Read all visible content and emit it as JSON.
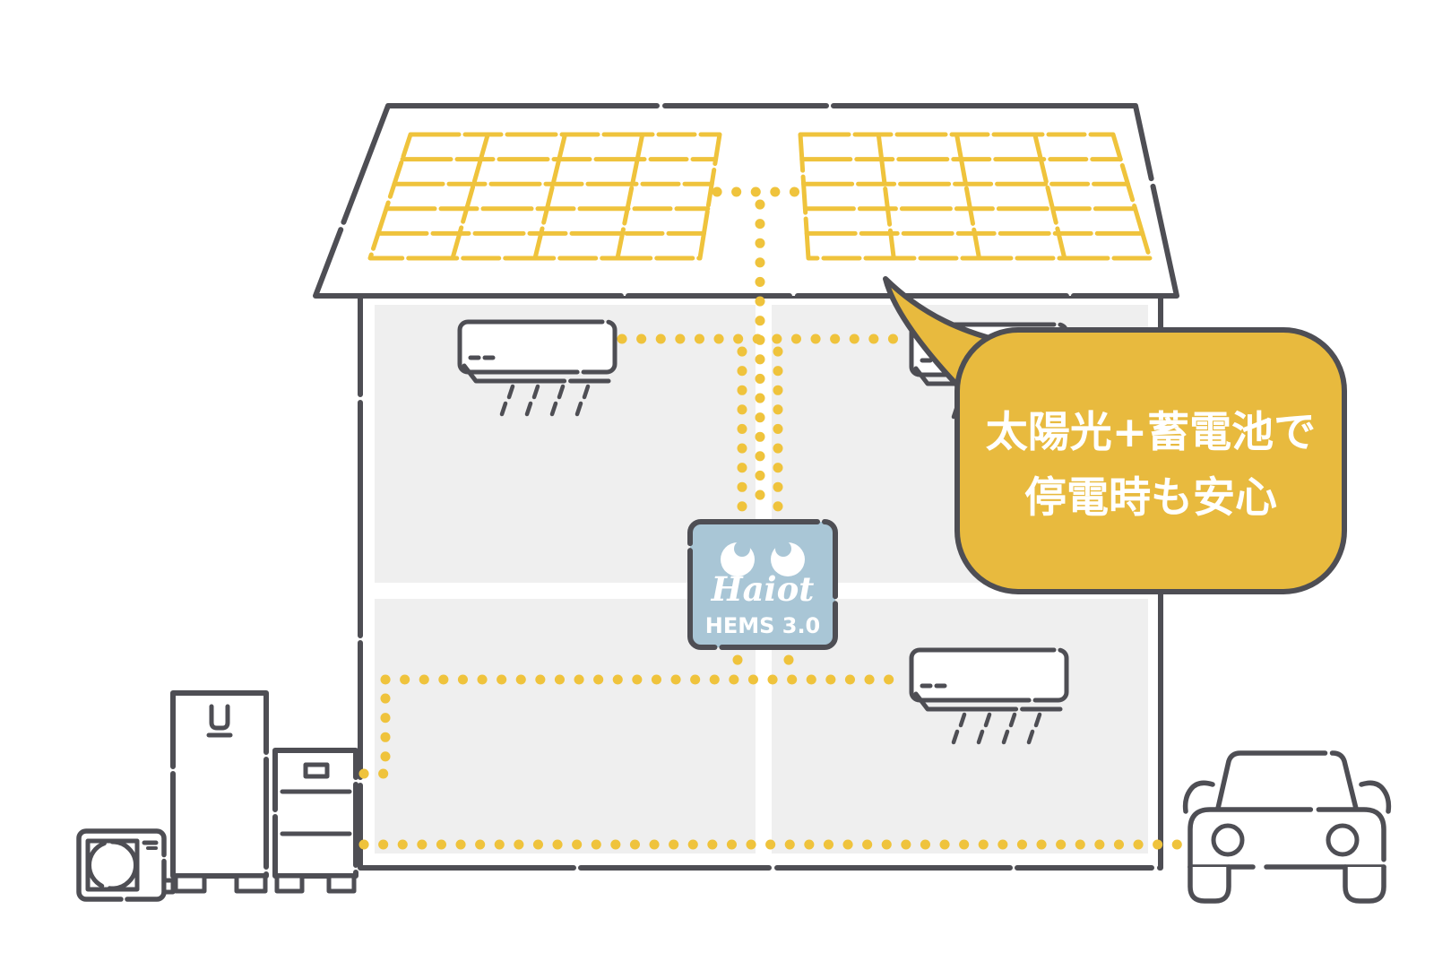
{
  "colors": {
    "outline": "#4E4E54",
    "accent_yellow": "#EFC33C",
    "bubble_yellow": "#E8BA3E",
    "hems_blue": "#A9C6D6",
    "room_gray": "#EFEFEF",
    "white": "#FFFFFF"
  },
  "bubble": {
    "line1": "太陽光+蓄電池で",
    "line2": "停電時も安心"
  },
  "hems": {
    "brand": "Haiot",
    "model": "HEMS 3.0"
  },
  "icons": {
    "roof": "house roof with solar arrays",
    "solar-panel-left": "yellow grid array",
    "solar-panel-right": "yellow grid array",
    "air-conditioner": "wall mounted AC with airflow",
    "hems-controller": "blue box with eyes",
    "water-heater-tank": "tall tank unit",
    "storage-battery": "battery cabinet",
    "heat-pump-unit": "outdoor fan unit",
    "electric-car": "car front view",
    "connection-dots": "yellow dotted energy links"
  }
}
